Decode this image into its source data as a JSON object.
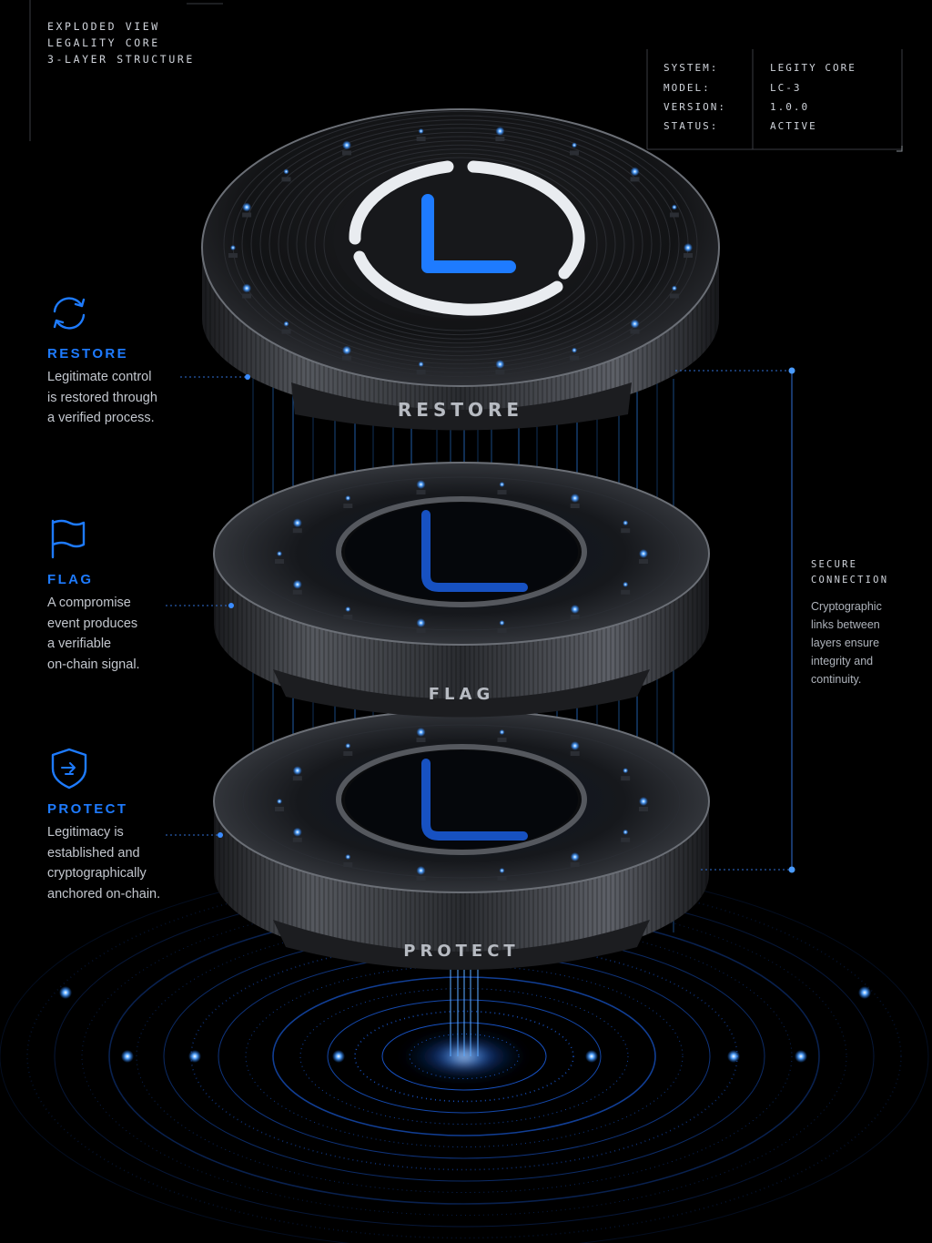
{
  "header": {
    "line1": "EXPLODED VIEW",
    "line2": "LEGALITY CORE",
    "line3": "3-LAYER STRUCTURE"
  },
  "spec": {
    "rows": [
      {
        "label": "SYSTEM:",
        "value": "LEGITY CORE"
      },
      {
        "label": "MODEL:",
        "value": "LC-3"
      },
      {
        "label": "VERSION:",
        "value": "1.0.0"
      },
      {
        "label": "STATUS:",
        "value": "ACTIVE"
      }
    ]
  },
  "layers": [
    {
      "title": "RESTORE",
      "icon": "refresh-cycle-icon",
      "desc": [
        "Legitimate control",
        "is restored through",
        "a verified process."
      ]
    },
    {
      "title": "FLAG",
      "icon": "flag-icon",
      "desc": [
        "A compromise",
        "event produces",
        "a verifiable",
        "on-chain signal."
      ]
    },
    {
      "title": "PROTECT",
      "icon": "shield-icon",
      "desc": [
        "Legitimacy is",
        "established and",
        "cryptographically",
        "anchored on-chain."
      ]
    }
  ],
  "secure": {
    "title1": "SECURE",
    "title2": "CONNECTION",
    "desc": [
      "Cryptographic",
      "links between",
      "layers ensure",
      "integrity and",
      "continuity."
    ]
  },
  "discs": {
    "top_label": "RESTORE",
    "middle_label": "FLAG",
    "bottom_label": "PROTECT"
  },
  "colors": {
    "accent": "#1e7bff",
    "glow": "#2f8dff",
    "background": "#000000",
    "metal": "#2a2c30"
  }
}
